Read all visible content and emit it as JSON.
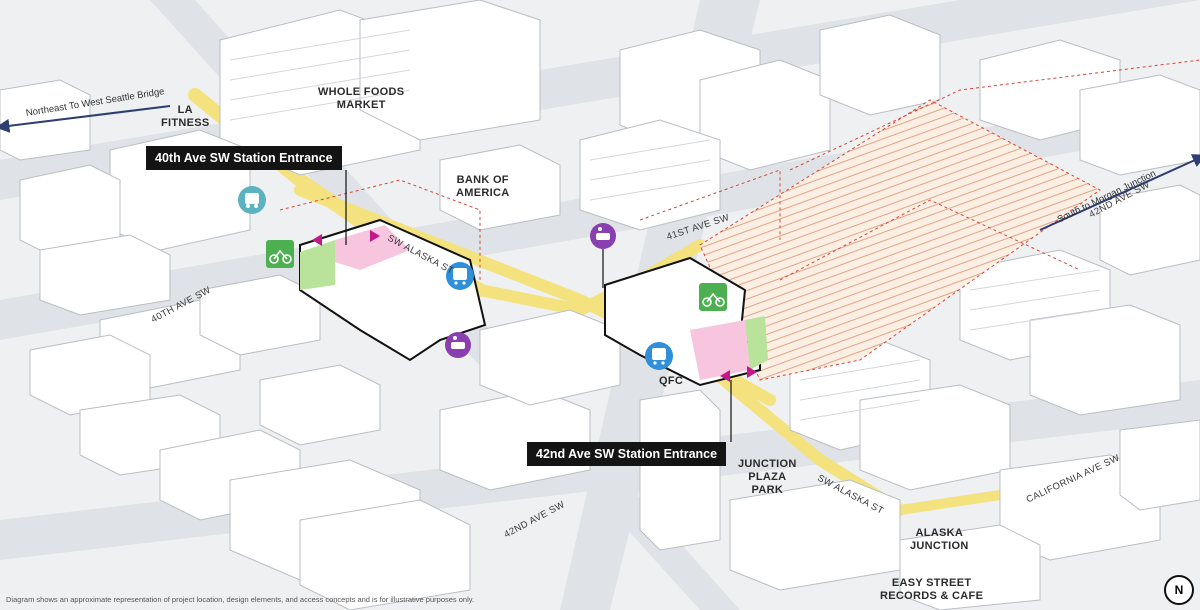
{
  "places": {
    "whole_foods": "WHOLE FOODS\nMARKET",
    "la_fitness": "LA\nFITNESS",
    "bank_of_america": "BANK OF\nAMERICA",
    "qfc": "QFC",
    "junction_plaza_park": "JUNCTION\nPLAZA\nPARK",
    "alaska_junction": "ALASKA\nJUNCTION",
    "easy_street": "EASY STREET\nRECORDS & CAFE"
  },
  "streets": {
    "sw_alaska_st_1": "SW ALASKA ST",
    "sw_alaska_st_2": "SW ALASKA ST",
    "ave_40th": "40TH AVE SW",
    "ave_41st": "41ST AVE SW",
    "ave_42nd_south": "42ND AVE SW",
    "ave_42nd_east": "42ND AVE SW",
    "california_ave": "CALIFORNIA AVE SW"
  },
  "directions": {
    "northeast": "Northeast To West Seattle Bridge",
    "south": "South to Morgan Junction"
  },
  "entrances": {
    "entrance_40th": "40th Ave SW Station Entrance",
    "entrance_42nd": "42nd Ave SW Station Entrance"
  },
  "footnote": "Diagram shows an approximate representation of project location, design elements, and access concepts and is for illustrative purposes only.",
  "north_arrow": "N",
  "colors": {
    "background": "#eef0f2",
    "building_fill": "#ffffff",
    "building_stroke": "#b9bec4",
    "street_highlight": "#f2e27a",
    "station_outline": "#111111",
    "hatch": "#e09a7a",
    "dashed_red": "#d9453a",
    "pink_zone": "#f4b8d6",
    "green_zone": "#a9d98a",
    "bus_icon": "#2f8fd8",
    "bike_icon": "#4caf50",
    "dropoff_icon": "#8a3fb0",
    "bus_bike_icon": "#5bb3c0",
    "arrow_magenta": "#c2188b"
  },
  "icons": [
    "bus-bike-icon",
    "bike-parking-icon",
    "bus-icon",
    "dropoff-icon",
    "north-arrow-icon"
  ]
}
